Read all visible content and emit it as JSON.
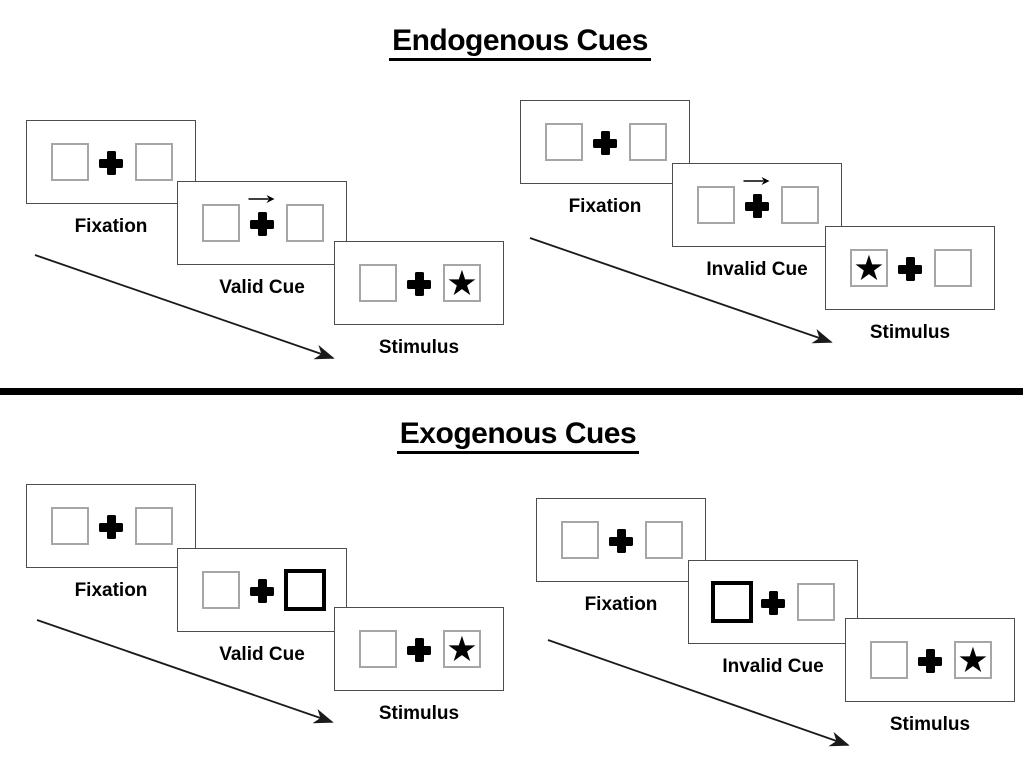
{
  "diagram": {
    "sections": [
      {
        "title": "Endogenous Cues",
        "sequences": [
          {
            "type": "valid",
            "panels": [
              {
                "label": "Fixation",
                "left_square": "empty",
                "right_square": "empty",
                "cue": "none"
              },
              {
                "label": "Valid Cue",
                "left_square": "empty",
                "right_square": "empty",
                "cue": "arrow-pointing-right-above-fixation-cross"
              },
              {
                "label": "Stimulus",
                "left_square": "empty",
                "right_square": "star",
                "cue": "none"
              }
            ]
          },
          {
            "type": "invalid",
            "panels": [
              {
                "label": "Fixation",
                "left_square": "empty",
                "right_square": "empty",
                "cue": "none"
              },
              {
                "label": "Invalid Cue",
                "left_square": "empty",
                "right_square": "empty",
                "cue": "arrow-pointing-right-above-fixation-cross"
              },
              {
                "label": "Stimulus",
                "left_square": "star",
                "right_square": "empty",
                "cue": "none"
              }
            ]
          }
        ]
      },
      {
        "title": "Exogenous Cues",
        "sequences": [
          {
            "type": "valid",
            "panels": [
              {
                "label": "Fixation",
                "left_square": "empty",
                "right_square": "empty",
                "cue": "none"
              },
              {
                "label": "Valid Cue",
                "left_square": "empty",
                "right_square": "thick-outline",
                "cue": "thick-outline-right-box"
              },
              {
                "label": "Stimulus",
                "left_square": "empty",
                "right_square": "star",
                "cue": "none"
              }
            ]
          },
          {
            "type": "invalid",
            "panels": [
              {
                "label": "Fixation",
                "left_square": "empty",
                "right_square": "empty",
                "cue": "none"
              },
              {
                "label": "Invalid Cue",
                "left_square": "thick-outline",
                "right_square": "empty",
                "cue": "thick-outline-left-box"
              },
              {
                "label": "Stimulus",
                "left_square": "empty",
                "right_square": "star",
                "cue": "none"
              }
            ]
          }
        ]
      }
    ]
  },
  "glyphs": {
    "star": "★",
    "fixation_cross": "+",
    "cue_arrow": "→"
  },
  "colors": {
    "background": "#ffffff",
    "panel_border": "#4d4d4d",
    "placeholder_border": "#a6a6a6",
    "cue_border": "#000000",
    "text": "#000000",
    "divider": "#000000",
    "arrow": "#1a1a1a"
  }
}
